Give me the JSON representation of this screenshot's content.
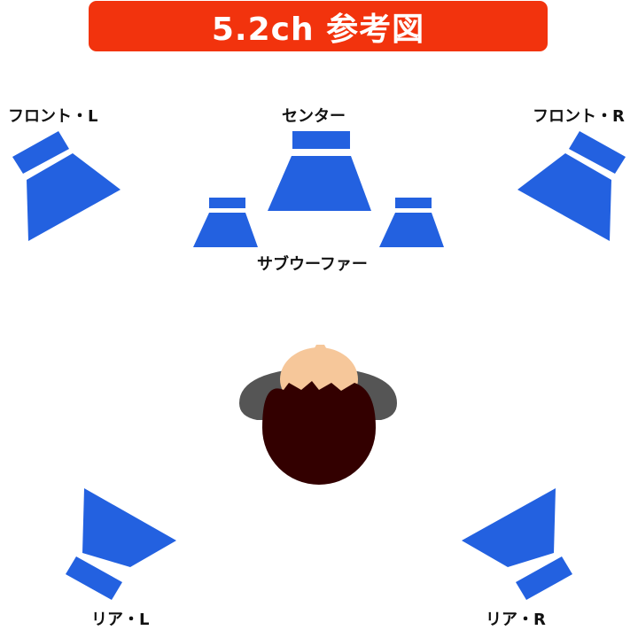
{
  "title": "5.2ch 参考図",
  "labels": {
    "front_left": "フロント・L",
    "center": "センター",
    "front_right": "フロント・R",
    "subwoofer": "サブウーファー",
    "rear_left": "リア・L",
    "rear_right": "リア・R"
  },
  "colors": {
    "banner": "#f2330d",
    "speaker": "#2361e0",
    "hair": "#330000",
    "skin": "#f6c79a",
    "chair": "#555555"
  },
  "icons": {
    "speaker": "speaker-icon",
    "listener": "listener-icon"
  }
}
